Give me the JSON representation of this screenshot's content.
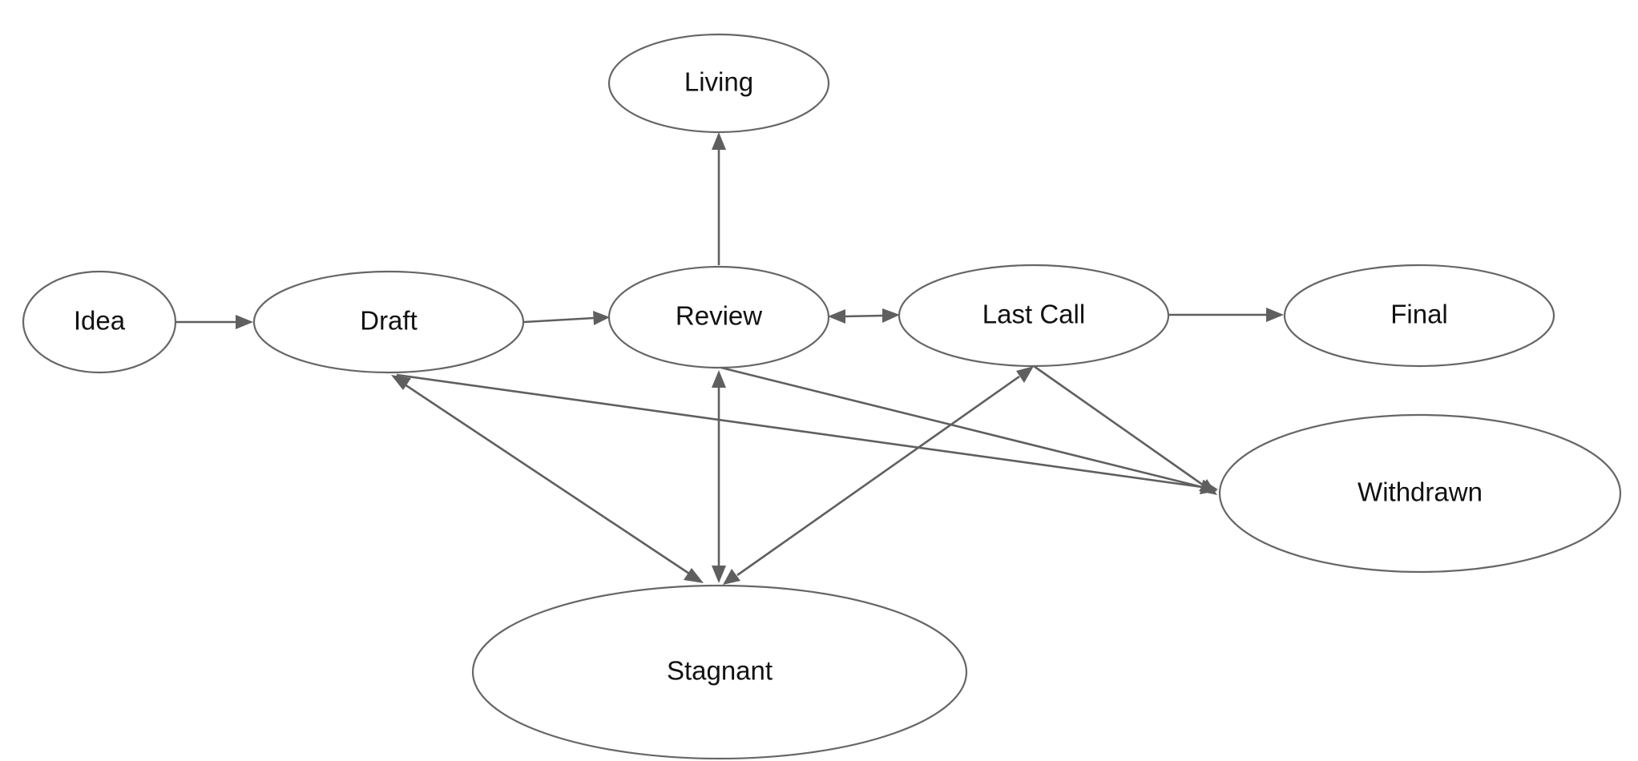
{
  "nodes": {
    "idea": "Idea",
    "draft": "Draft",
    "review": "Review",
    "living": "Living",
    "last_call": "Last Call",
    "final": "Final",
    "withdrawn": "Withdrawn",
    "stagnant": "Stagnant"
  },
  "edges": [
    {
      "from": "Idea",
      "to": "Draft"
    },
    {
      "from": "Draft",
      "to": "Review"
    },
    {
      "from": "Review",
      "to": "Living"
    },
    {
      "from": "Review",
      "to": "Last Call"
    },
    {
      "from": "Last Call",
      "to": "Review"
    },
    {
      "from": "Last Call",
      "to": "Final"
    },
    {
      "from": "Draft",
      "to": "Stagnant"
    },
    {
      "from": "Stagnant",
      "to": "Draft"
    },
    {
      "from": "Review",
      "to": "Stagnant"
    },
    {
      "from": "Stagnant",
      "to": "Review"
    },
    {
      "from": "Last Call",
      "to": "Stagnant"
    },
    {
      "from": "Stagnant",
      "to": "Last Call"
    },
    {
      "from": "Draft",
      "to": "Withdrawn"
    },
    {
      "from": "Review",
      "to": "Withdrawn"
    },
    {
      "from": "Last Call",
      "to": "Withdrawn"
    }
  ],
  "colors": {
    "stroke": "#666666",
    "edge": "#5f5f5f",
    "text": "#111111",
    "background": "#ffffff"
  }
}
